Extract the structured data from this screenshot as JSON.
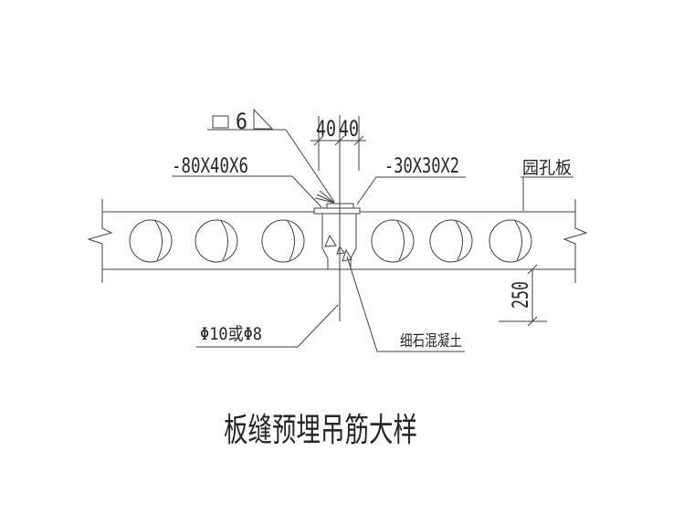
{
  "drawing_title": "板缝预埋吊筋大样",
  "weld_symbol": {
    "size": "6"
  },
  "dimensions": {
    "plate_left_40": "40",
    "plate_right_40": "40",
    "vertical_250": "250"
  },
  "labels": {
    "steel_plate_large": "-80X40X6",
    "steel_plate_small": "-30X30X2",
    "hollow_core_slab": "园孔板",
    "hanger_bar": "Φ10或Φ8",
    "fine_aggregate_concrete": "细石混凝土"
  },
  "colors": {
    "line": "#3f3f3f",
    "text": "#262626",
    "background": "#ffffff"
  }
}
